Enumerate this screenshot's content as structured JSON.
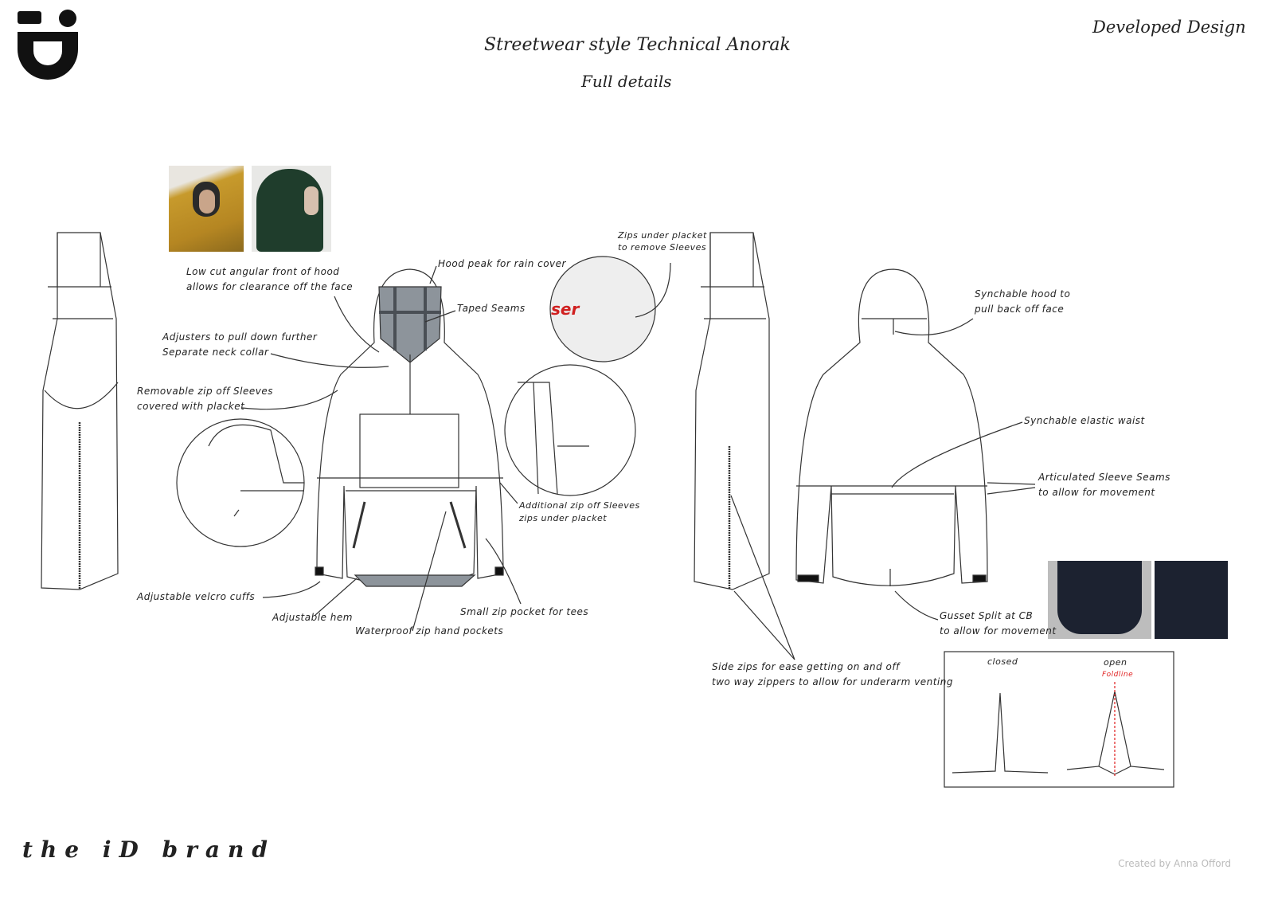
{
  "header": {
    "title": "Streetwear style Technical Anorak",
    "subtitle": "Full details",
    "stage": "Developed Design",
    "logo": "iD"
  },
  "annotations": {
    "hood_front": [
      "Low cut angular front of hood",
      "allows for clearance off the face"
    ],
    "hood_peak": "Hood peak for rain cover",
    "taped_seams": "Taped Seams",
    "adjusters": [
      "Adjusters to pull down further",
      "Separate neck collar"
    ],
    "removable_sleeves": [
      "Removable zip off Sleeves",
      "covered with placket"
    ],
    "zips_under_placket": [
      "Zips under placket",
      "to remove Sleeves"
    ],
    "additional_zip": [
      "Additional zip off Sleeves",
      "zips under placket"
    ],
    "velcro_cuffs": "Adjustable velcro cuffs",
    "hem": "Adjustable hem",
    "hand_pockets": "Waterproof zip hand pockets",
    "small_pocket": "Small zip pocket for tees",
    "synchable_hood": [
      "Synchable hood to",
      "pull back off face"
    ],
    "elastic_waist": "Synchable elastic waist",
    "articulated": [
      "Articulated Sleeve Seams",
      "to allow for movement"
    ],
    "gusset": [
      "Gusset Split at CB",
      "to allow for movement"
    ],
    "side_zips": [
      "Side zips for ease getting on and off",
      "two way zippers to allow for underarm venting"
    ]
  },
  "gusset_diagram": {
    "closed_label": "closed",
    "open_label": "open",
    "foldline_label": "Foldline",
    "foldline_color": "#e02020"
  },
  "footer": {
    "brand": "the iD brand",
    "credit": "Created by Anna Offord"
  }
}
